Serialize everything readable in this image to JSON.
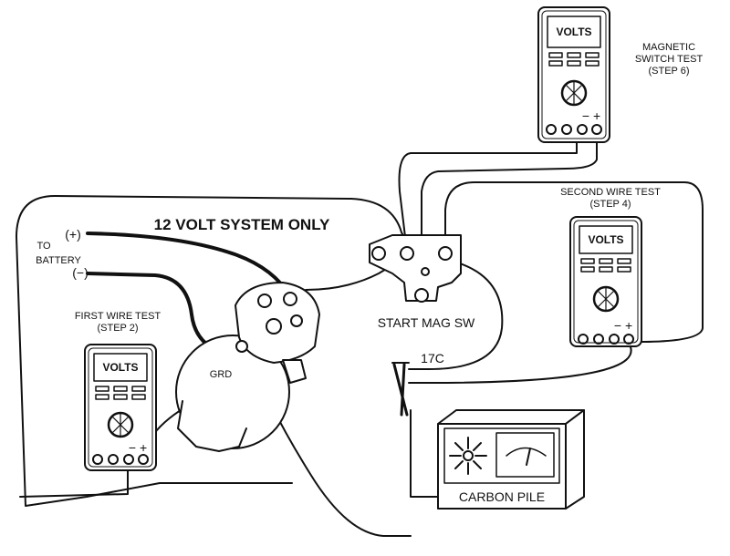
{
  "title": "12 VOLT SYSTEM ONLY",
  "battery": {
    "to_label": "TO",
    "battery_label": "BATTERY",
    "positive": "(+)",
    "negative": "(−)"
  },
  "components": {
    "ground": "GRD",
    "start_mag_sw": "START MAG SW",
    "terminal_17c": "17C",
    "carbon_pile": "CARBON PILE"
  },
  "meters": {
    "first": {
      "display": "VOLTS",
      "title_line1": "FIRST WIRE TEST",
      "title_line2": "(STEP 2)",
      "polarity": "− +"
    },
    "second": {
      "display": "VOLTS",
      "title_line1": "SECOND WIRE TEST",
      "title_line2": "(STEP 4)",
      "polarity": "− +"
    },
    "magnetic": {
      "display": "VOLTS",
      "title_line1": "MAGNETIC",
      "title_line2": "SWITCH TEST",
      "title_line3": "(STEP 6)",
      "polarity": "− +"
    }
  }
}
